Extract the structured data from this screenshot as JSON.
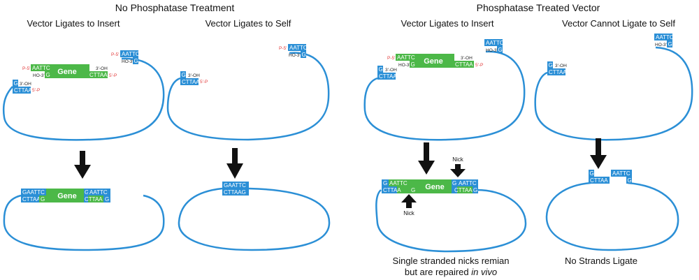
{
  "headers": {
    "left": "No Phosphatase Treatment",
    "right": "Phosphatase Treated Vector"
  },
  "panels": {
    "p1": "Vector Ligates to Insert",
    "p2": "Vector Ligates to Self",
    "p3": "Vector Ligates to Insert",
    "p4": "Vector Cannot Ligate to Self"
  },
  "labels": {
    "gene": "Gene",
    "aattc": "AATTC",
    "cttaa": "CTTAA",
    "g": "G",
    "gaattc": "GAATTC",
    "cttaag": "CTTAAG",
    "p5": "P-5'",
    "p5r": "5'-P",
    "oh3": "3'-OH",
    "ho3": "HO-3'",
    "nick": "Nick"
  },
  "captions": {
    "c3_line1": "Single stranded nicks remian",
    "c3_line2": "but are repaired ",
    "c3_italic": "in vivo",
    "c4": "No Strands Ligate"
  },
  "colors": {
    "vector": "#2b8fd6",
    "insert": "#4cb848",
    "phosphate": "#e23b3b",
    "arrow": "#111111"
  }
}
